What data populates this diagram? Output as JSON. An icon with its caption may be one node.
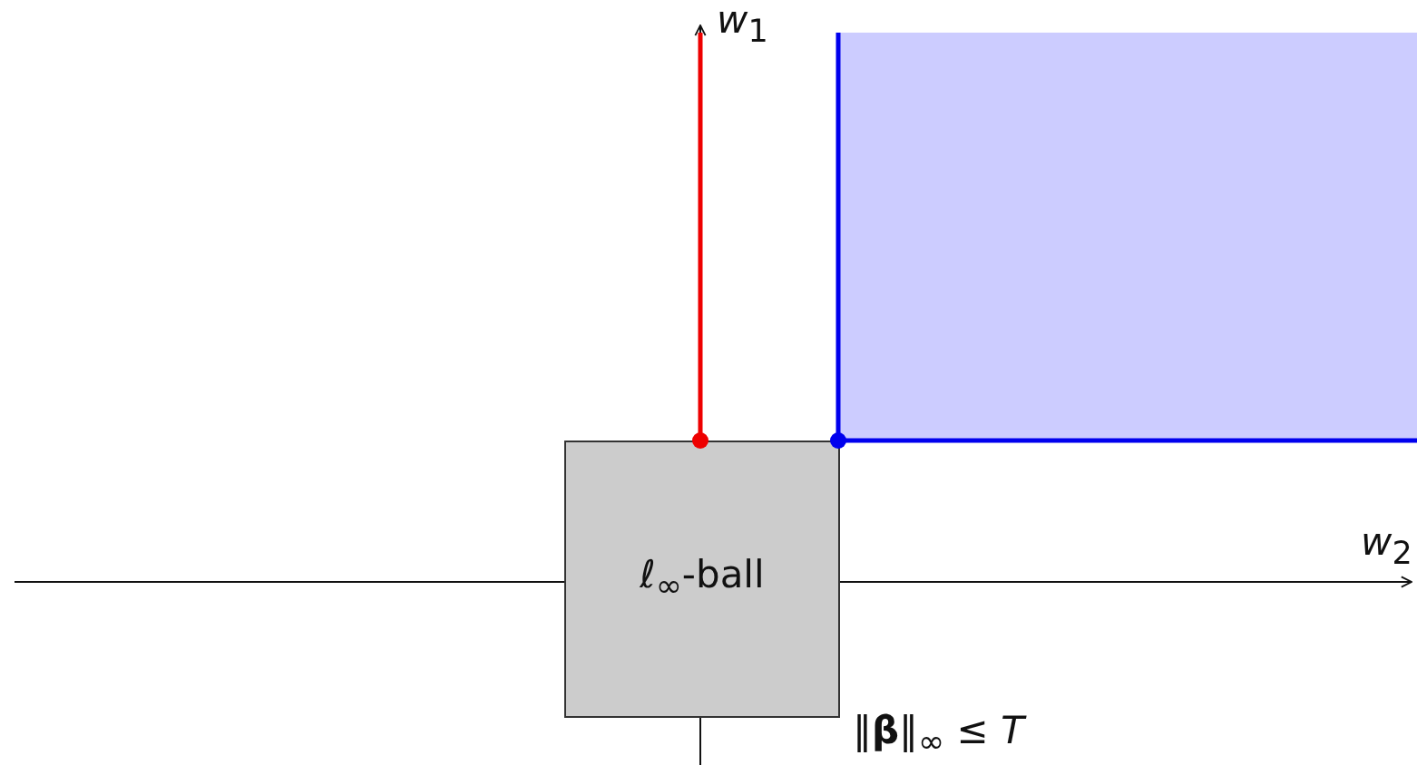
{
  "diagram": {
    "nodes": [
      {
        "text": [
          "ℓ$_{∞}$-ball"
        ]
      }
    ],
    "labels": [
      "*w*$_{1}$",
      "*w*$_{2}$",
      "‖**β**‖$_{∞}$ ≤ *T*"
    ]
  }
}
